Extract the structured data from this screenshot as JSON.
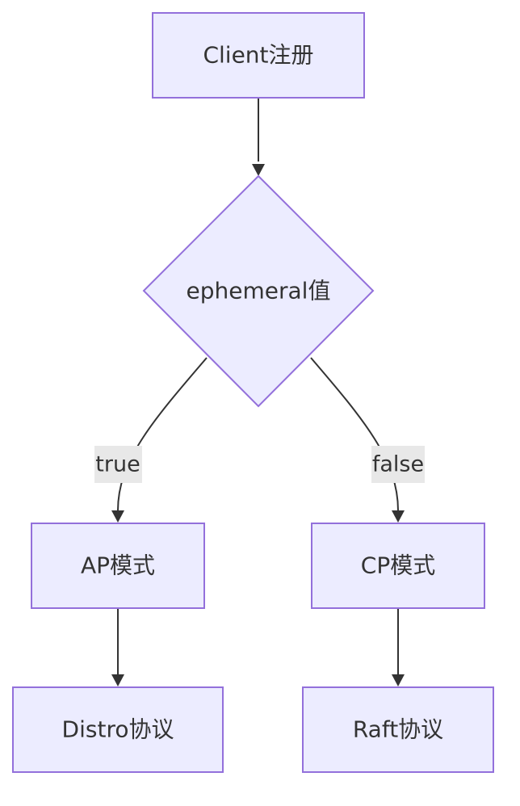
{
  "nodes": {
    "client_register": "Client注册",
    "ephemeral_decision": "ephemeral值",
    "ap_mode": "AP模式",
    "cp_mode": "CP模式",
    "distro_protocol": "Distro协议",
    "raft_protocol": "Raft协议"
  },
  "edges": {
    "true_label": "true",
    "false_label": "false"
  },
  "colors": {
    "node_fill": "#ECECFF",
    "node_stroke": "#9370DB",
    "edge_stroke": "#333333",
    "edge_label_bg": "#e8e8e8",
    "text": "#333333"
  }
}
